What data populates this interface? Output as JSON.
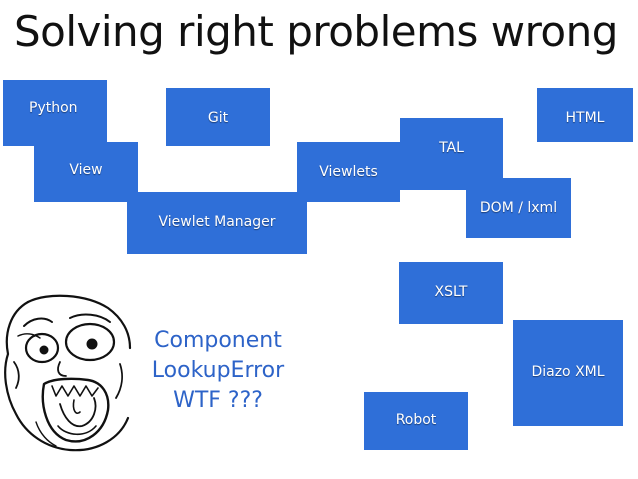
{
  "slide": {
    "title": "Solving right problems wrong",
    "colors": {
      "box": "#2f6fd8",
      "caption": "#2d63c8",
      "title": "#111111"
    },
    "boxes": {
      "python": "Python",
      "git": "Git",
      "html": "HTML",
      "tal": "TAL",
      "view": "View",
      "viewlets": "Viewlets",
      "dom_lxml": "DOM / lxml",
      "viewlet_manager": "Viewlet Manager",
      "xslt": "XSLT",
      "diazo_xml": "Diazo XML",
      "robot": "Robot"
    },
    "caption": {
      "line1": "Component",
      "line2": "LookupError",
      "line3": "WTF ???"
    },
    "image": {
      "icon": "rage-face-icon"
    }
  }
}
